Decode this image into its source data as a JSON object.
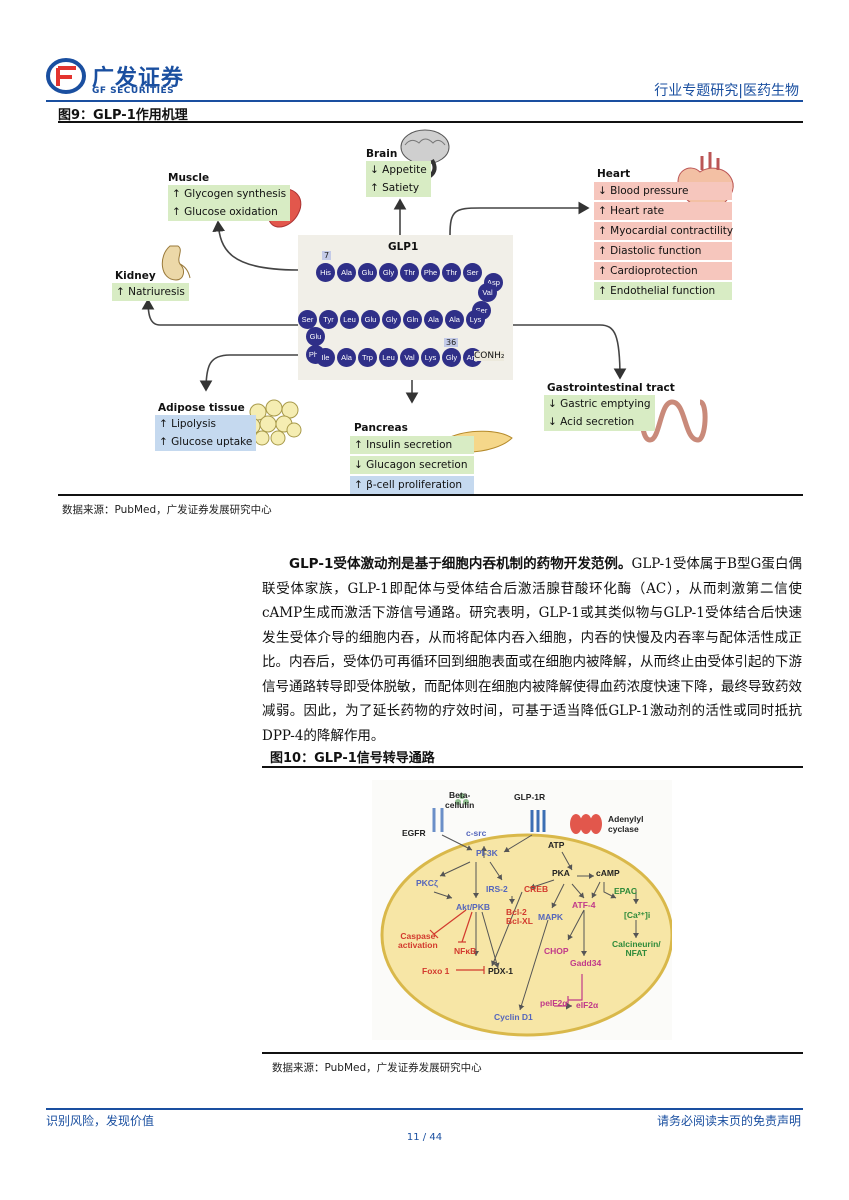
{
  "header": {
    "logo_cn": "广发证券",
    "logo_en": "GF SECURITIES",
    "section": "行业专题研究|医药生物"
  },
  "figure9": {
    "title": "图9：GLP-1作用机理",
    "source": "数据来源：PubMed，广发证券发展研究中心",
    "glp1_label": "GLP1",
    "num_7": "7",
    "num_36": "36",
    "row1": [
      "His",
      "Ala",
      "Glu",
      "Gly",
      "Thr",
      "Phe",
      "Thr",
      "Ser",
      "Asp"
    ],
    "turn1": [
      "Val",
      "Ser"
    ],
    "row2": [
      "Lys",
      "Ala",
      "Ala",
      "Gln",
      "Gly",
      "Glu",
      "Leu",
      "Tyr",
      "Ser"
    ],
    "turn2": [
      "Glu",
      "Phe"
    ],
    "row3": [
      "Ile",
      "Ala",
      "Trp",
      "Leu",
      "Val",
      "Lys",
      "Gly",
      "Arg"
    ],
    "cterm": "CONH₂",
    "brain": {
      "title": "Brain",
      "items": [
        "↓ Appetite",
        "↑ Satiety"
      ]
    },
    "muscle": {
      "title": "Muscle",
      "items": [
        "↑ Glycogen synthesis",
        "↑ Glucose oxidation"
      ]
    },
    "heart": {
      "title": "Heart",
      "items": [
        "↓ Blood pressure",
        "↑ Heart rate",
        "↑ Myocardial contractility",
        "↑ Diastolic function",
        "↑ Cardioprotection",
        "↑ Endothelial function"
      ]
    },
    "kidney": {
      "title": "Kidney",
      "items": [
        "↑ Natriuresis"
      ]
    },
    "gi": {
      "title": "Gastrointestinal tract",
      "items": [
        "↓ Gastric emptying",
        "↓ Acid secretion"
      ]
    },
    "adipose": {
      "title": "Adipose tissue",
      "items": [
        "↑ Lipolysis",
        "↑ Glucose uptake"
      ]
    },
    "pancreas": {
      "title": "Pancreas",
      "items": [
        "↑ Insulin secretion",
        "↓ Glucagon secretion",
        "↑ β-cell proliferation"
      ]
    }
  },
  "paragraph": {
    "lead": "GLP-1受体激动剂是基于细胞内吞机制的药物开发范例。",
    "body": "GLP-1受体属于B型G蛋白偶联受体家族，GLP-1即配体与受体结合后激活腺苷酸环化酶（AC），从而刺激第二信使cAMP生成而激活下游信号通路。研究表明，GLP-1或其类似物与GLP-1受体结合后快速发生受体介导的细胞内吞，从而将配体内吞入细胞，内吞的快慢及内吞率与配体活性成正比。内吞后，受体仍可再循环回到细胞表面或在细胞内被降解，从而终止由受体引起的下游信号通路转导即受体脱敏，而配体则在细胞内被降解使得血药浓度快速下降，最终导致药效减弱。因此，为了延长药物的疗效时间，可基于适当降低GLP-1激动剂的活性或同时抵抗DPP-4的降解作用。"
  },
  "figure10": {
    "title": "图10：GLP-1信号转导通路",
    "source": "数据来源：PubMed，广发证券发展研究中心",
    "labels": {
      "betacellulin": "Beta-\ncellulin",
      "glp1r": "GLP-1R",
      "adenylyl": "Adenylyl\ncyclase",
      "egfr": "EGFR",
      "csrc": "c-src",
      "atp": "ATP",
      "pi3k": "PI-3K",
      "pka": "PKA",
      "camp": "cAMP",
      "pkc": "PKCζ",
      "irs2": "IRS-2",
      "creb": "CREB",
      "epac": "EPAC",
      "aktpkb": "Akt/PKB",
      "mapk": "MAPK",
      "atf4": "ATF-4",
      "ca": "[Ca²⁺]i",
      "bcl": "Bcl-2\nBcl-XL",
      "caspase": "Caspase\nactivation",
      "chop": "CHOP",
      "calcineurin": "Calcineurin/\nNFAT",
      "nfkb": "NFκB",
      "gadd34": "Gadd34",
      "foxo1": "Foxo 1",
      "pdx1": "PDX-1",
      "peif2a": "peIF2α",
      "eif2a": "eIF2α",
      "cyclind1": "Cyclin D1"
    }
  },
  "footer": {
    "left": "识别风险，发现价值",
    "right": "请务必阅读末页的免责声明",
    "page": "11 / 44"
  }
}
